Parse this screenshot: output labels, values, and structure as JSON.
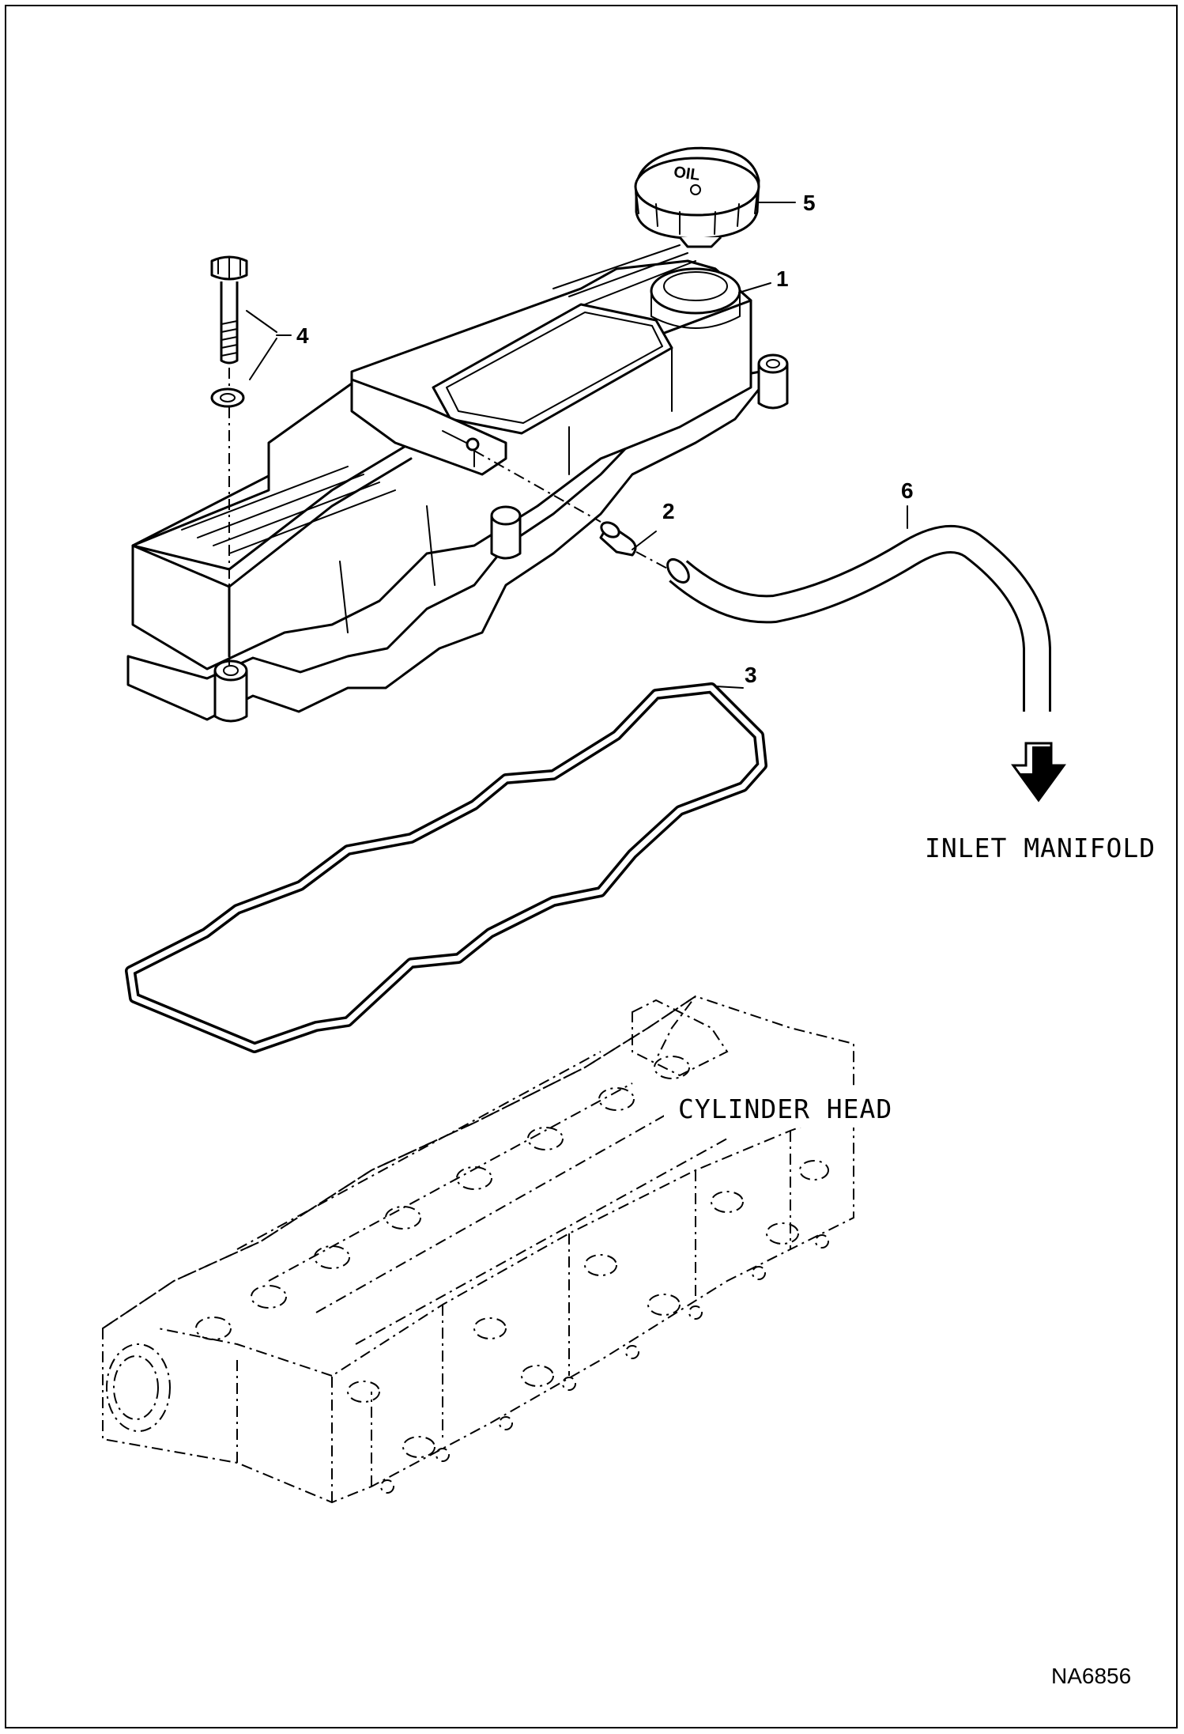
{
  "callouts": {
    "c1": "1",
    "c2": "2",
    "c3": "3",
    "c4": "4",
    "c5": "5",
    "c6": "6"
  },
  "cap_text": "OIL",
  "labels": {
    "inlet_manifold": "INLET MANIFOLD",
    "cylinder_head": "CYLINDER HEAD"
  },
  "figure_code": "NA6856"
}
